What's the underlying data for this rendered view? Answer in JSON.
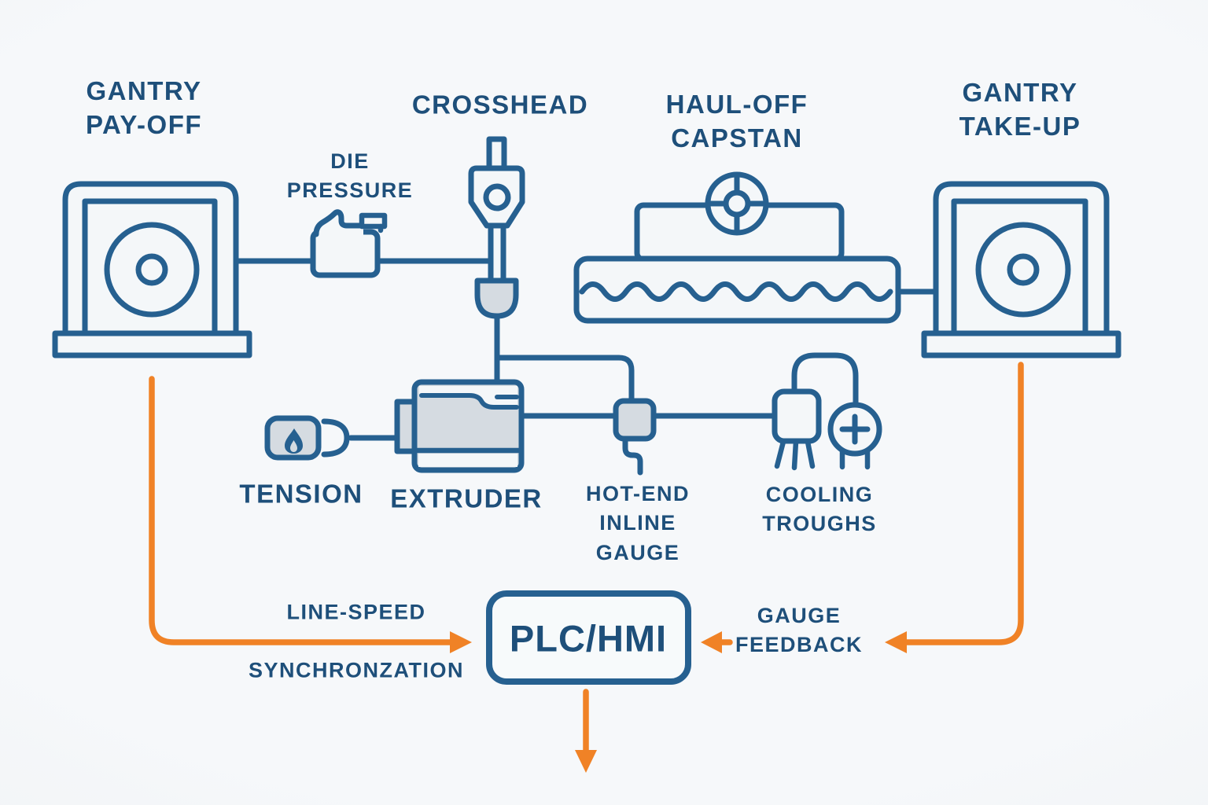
{
  "colors": {
    "background": "#f3f6f8",
    "diagram_line_blue": "#266090",
    "label_navy": "#1e4f7a",
    "accent_orange": "#f08226",
    "machine_fill_gray": "#d5dbe1"
  },
  "nodes": {
    "gantry_payoff": {
      "label_lines": [
        "GANTRY",
        "PAY-OFF"
      ],
      "icon": "reel-spool-stand-icon"
    },
    "die_pressure": {
      "label_lines": [
        "DIE",
        "PRESSURE"
      ],
      "icon": "pressure-transducer-icon"
    },
    "crosshead": {
      "label_lines": [
        "CROSSHEAD"
      ],
      "icon": "crosshead-die-drop-icon"
    },
    "haul_off_capstan": {
      "label_lines": [
        "HAUL-OFF",
        "CAPSTAN"
      ],
      "icon": "capstan-wheel-water-trough-icon"
    },
    "gantry_take_up": {
      "label_lines": [
        "GANTRY",
        "TAKE-UP"
      ],
      "icon": "reel-spool-stand-icon"
    },
    "tension": {
      "label_lines": [
        "TENSION"
      ],
      "icon": "tension-flame-sensor-icon"
    },
    "extruder": {
      "label_lines": [
        "EXTRUDER"
      ],
      "icon": "extruder-machine-icon"
    },
    "hot_end_inline_gauge": {
      "label_lines": [
        "HOT-END",
        "INLINE",
        "GAUGE"
      ],
      "icon": "inline-gauge-icon"
    },
    "cooling_troughs": {
      "label_lines": [
        "COOLING",
        "TROUGHS"
      ],
      "icon": "cooling-trough-plus-circle-icon"
    },
    "plc_hmi": {
      "label": "PLC/HMI"
    }
  },
  "annotations": {
    "line_speed": "LINE-SPEED",
    "synchronization": "SYNCHRONZATION",
    "gauge_feedback_lines": [
      "GAUGE",
      "FEEDBACK"
    ]
  }
}
